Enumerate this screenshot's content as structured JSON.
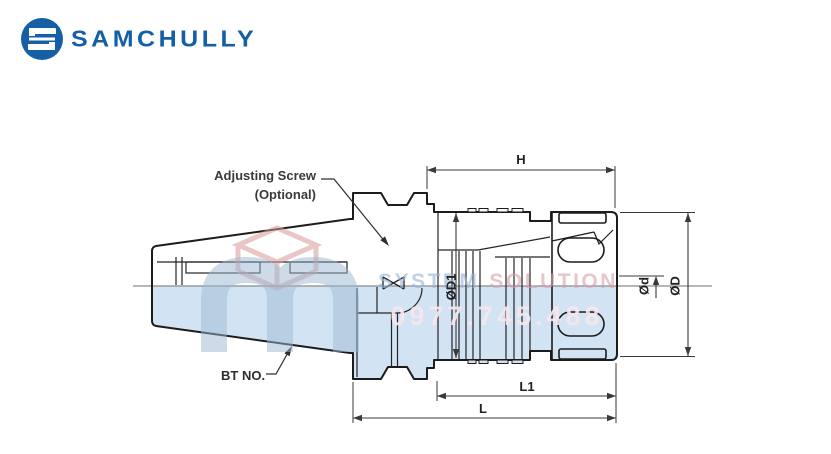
{
  "brand": {
    "name": "SAMCHULLY"
  },
  "labels": {
    "adjusting_screw": "Adjusting Screw",
    "optional": "(Optional)",
    "bt_no": "BT NO."
  },
  "dims": {
    "h": "H",
    "d1": "ØD1",
    "d_small": "Ød",
    "d_large": "ØD",
    "l1": "L1",
    "l": "L"
  },
  "watermark": {
    "word1": "SYSTEM",
    "word2": "SOLUTION",
    "phone": "0977.745.488"
  },
  "colors": {
    "brand_blue": "#155fa7",
    "section_fill": "#d2e4f4",
    "line": "#1c1c1c",
    "centerline": "#8a8a8a",
    "dimension": "#3a3a3a"
  }
}
